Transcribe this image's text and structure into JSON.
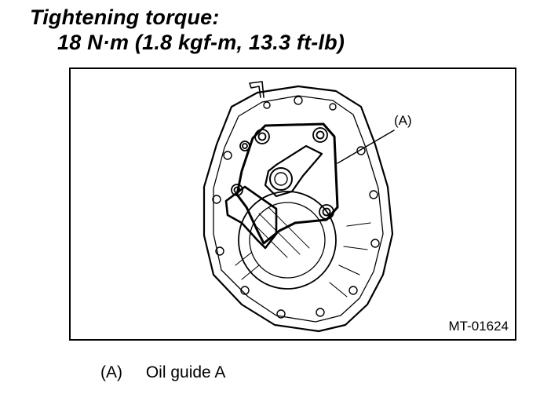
{
  "heading": {
    "line1": "Tightening torque:",
    "line2": "18 N·m (1.8 kgf-m, 13.3 ft-lb)"
  },
  "figure": {
    "callout_label": "(A)",
    "figure_id": "MT-01624"
  },
  "legend": [
    {
      "key": "(A)",
      "text": "Oil guide A"
    }
  ]
}
